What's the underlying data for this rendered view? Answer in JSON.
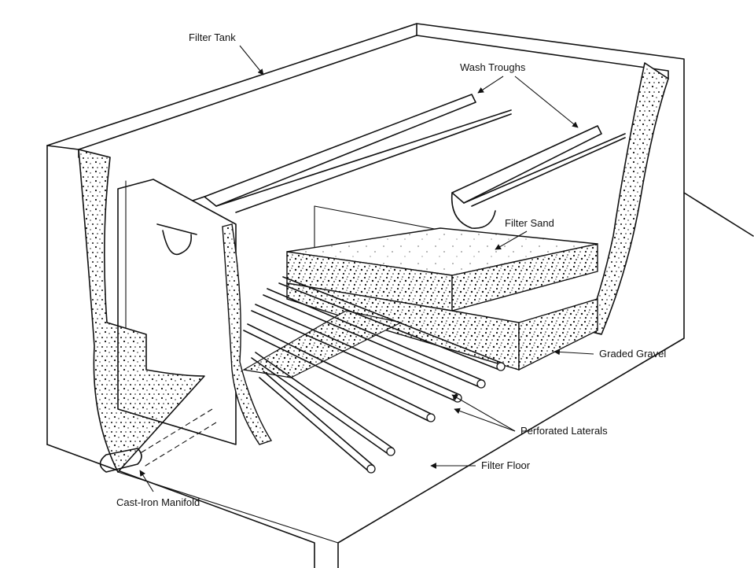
{
  "labels": {
    "filter_tank": "Filter Tank",
    "wash_troughs": "Wash Troughs",
    "filter_sand": "Filter Sand",
    "graded_gravel": "Graded Gravel",
    "perforated_laterals": "Perforated Laterals",
    "filter_floor": "Filter Floor",
    "cast_iron_manifold": "Cast-Iron Manifold"
  },
  "colors": {
    "ink": "#111111",
    "paper": "#ffffff"
  }
}
